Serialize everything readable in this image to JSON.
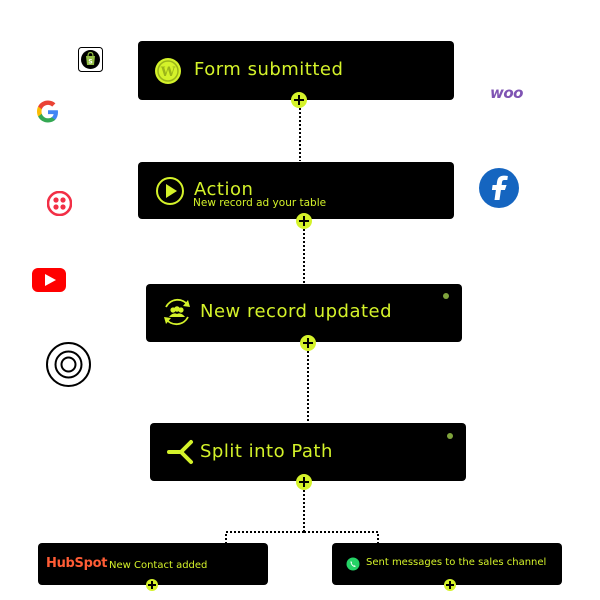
{
  "nodes": {
    "form_submitted": {
      "title": "Form submitted"
    },
    "action": {
      "title": "Action",
      "subtitle": "New record ad your table"
    },
    "record_updated": {
      "title": "New record updated"
    },
    "split_path": {
      "title": "Split into Path"
    },
    "hubspot": {
      "brand": "HubSpot",
      "label": "New Contact added"
    },
    "whatsapp": {
      "label": "Sent messages to the sales channel"
    }
  },
  "brands": {
    "woo": "woo"
  },
  "colors": {
    "accent": "#d4f22a",
    "node_bg": "#000000",
    "hubspot": "#ff5c35",
    "woo": "#7f54b3",
    "firebase": "#1565c0",
    "youtube": "#ff0000",
    "twilio": "#f22f46"
  },
  "icons": {
    "shopify": "shopify-icon",
    "google": "google-icon",
    "twilio": "twilio-icon",
    "youtube": "youtube-icon",
    "grafana": "ring-icon",
    "woo": "woo-icon",
    "facebook": "facebook-icon"
  }
}
